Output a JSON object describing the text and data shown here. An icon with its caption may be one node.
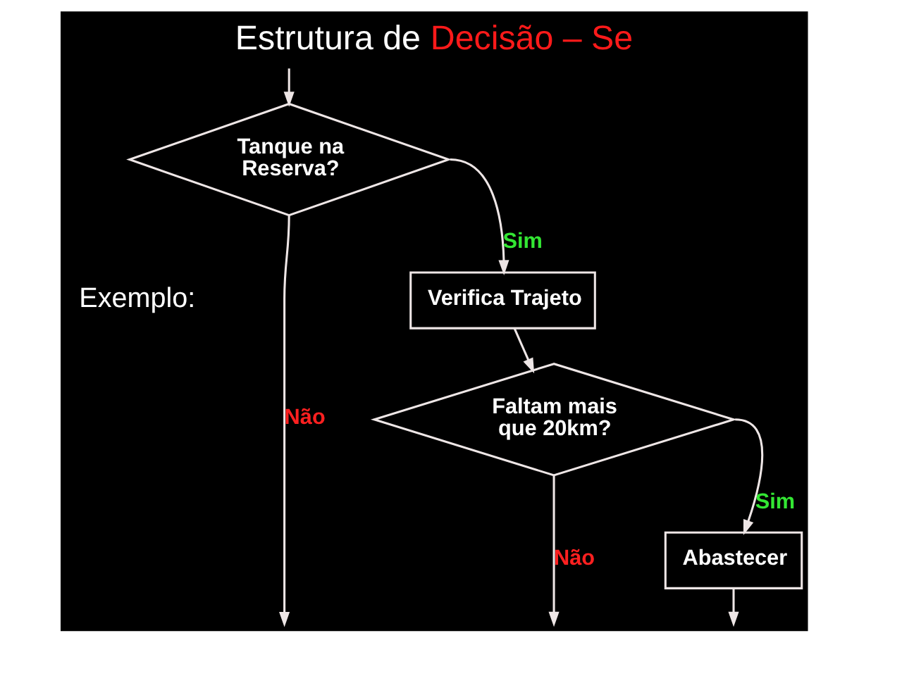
{
  "diagram": {
    "title": "Estrutura de Decisão – Se",
    "nodes": [
      {
        "text": [
          "Tanque na Reserva?"
        ]
      },
      {
        "text": [
          "Verifica Trajeto"
        ]
      },
      {
        "text": [
          "Faltam mais que 20km?"
        ]
      },
      {
        "text": [
          "Abastecer"
        ]
      }
    ],
    "edges": [
      {
        "from": 0,
        "to": 1,
        "arrow": "to",
        "label": "Sim"
      },
      {
        "from": 0,
        "to": null,
        "arrow": "to",
        "label": "Não"
      },
      {
        "from": 1,
        "to": 2,
        "arrow": "to"
      },
      {
        "from": 2,
        "to": 3,
        "arrow": "to",
        "label": "Sim"
      },
      {
        "from": 2,
        "to": null,
        "arrow": "to",
        "label": "Não"
      },
      {
        "from": 3,
        "to": null,
        "arrow": "to"
      },
      {
        "from": null,
        "to": 0,
        "arrow": "to"
      }
    ],
    "labels": [
      "Exemplo:"
    ]
  }
}
